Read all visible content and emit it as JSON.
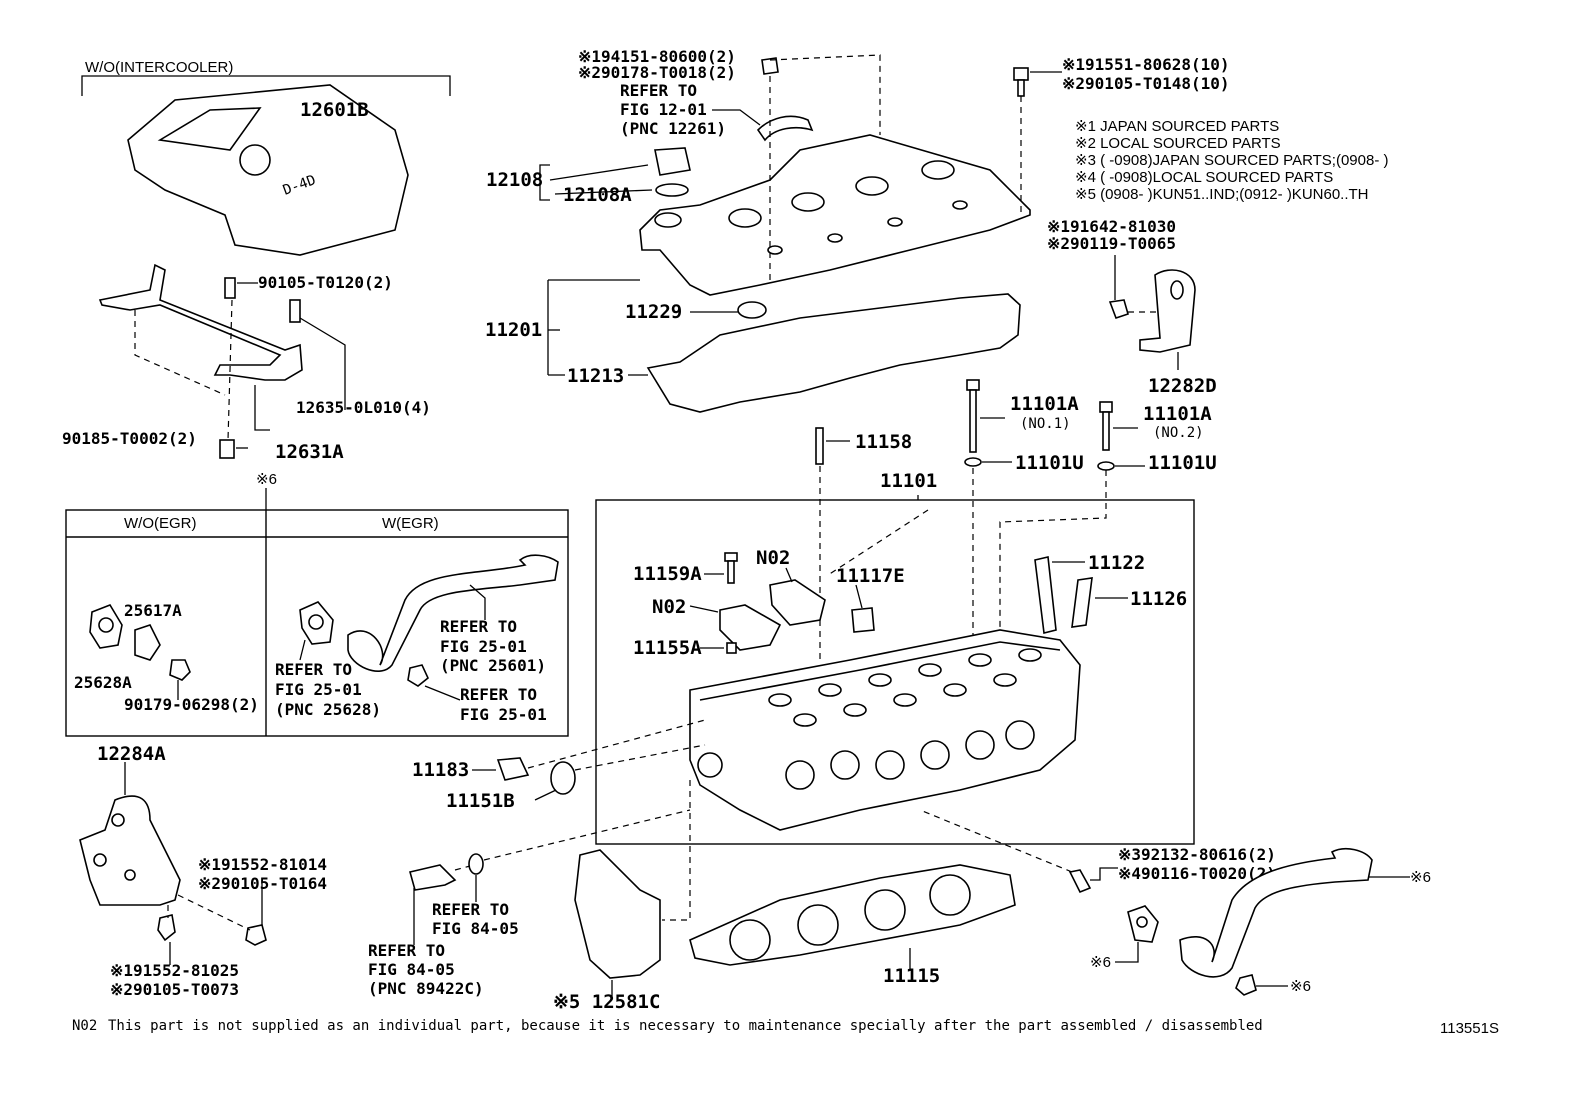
{
  "header": {
    "section_wo_intercooler": "W/O(INTERCOOLER)"
  },
  "notes": {
    "n1": "※1 JAPAN SOURCED PARTS",
    "n2": "※2 LOCAL SOURCED PARTS",
    "n3": "※3 (      -0908)JAPAN SOURCED PARTS;(0908-      )",
    "n4": "※4 (      -0908)LOCAL SOURCED PARTS",
    "n5": "※5 (0908-      )KUN51..IND;(0912-      )KUN60..TH"
  },
  "labels": {
    "p12601B": "12601B",
    "p12108": "12108",
    "p12108A": "12108A",
    "p11201": "11201",
    "p11229": "11229",
    "p11213": "11213",
    "p90105": "90105-T0120(2)",
    "p12635": "12635-0L010(4)",
    "p90185": "90185-T0002(2)",
    "p12631A": "12631A",
    "mark6a": "※6",
    "oil_cap_bolt_1": "※194151-80600(2)",
    "oil_cap_bolt_2": "※290178-T0018(2)",
    "refer_12_a": "REFER TO",
    "refer_12_b": "FIG 12-01",
    "refer_12_c": "(PNC 12261)",
    "cover_bolt_1": "※191551-80628(10)",
    "cover_bolt_2": "※290105-T0148(10)",
    "bracket_bolt_1": "※191642-81030",
    "bracket_bolt_2": "※290119-T0065",
    "p12282D": "12282D",
    "p11101A_1": "11101A",
    "p11101A_1_sub": "(NO.1)",
    "p11101A_2": "11101A",
    "p11101A_2_sub": "(NO.2)",
    "p11101U_1": "11101U",
    "p11101U_2": "11101U",
    "p11158": "11158",
    "p11101": "11101",
    "p11122": "11122",
    "p11126": "11126",
    "p11159A": "11159A",
    "n02_a": "N02",
    "n02_b": "N02",
    "p11117E": "11117E",
    "p11155A": "11155A",
    "p11183": "11183",
    "p11151B": "11151B",
    "egr_wo": "W/O(EGR)",
    "egr_w": "W(EGR)",
    "p25617A": "25617A",
    "p25628A": "25628A",
    "p90179": "90179-06298(2)",
    "refer_25601_a": "REFER TO",
    "refer_25601_b": "FIG 25-01",
    "refer_25601_c": "(PNC 25601)",
    "refer_25628_a": "REFER TO",
    "refer_25628_b": "FIG 25-01",
    "refer_25628_c": "(PNC 25628)",
    "refer_25_a": "REFER TO",
    "refer_25_b": "FIG 25-01",
    "p12284A": "12284A",
    "hanger_bolt_1": "※191552-81014",
    "hanger_bolt_2": "※290105-T0164",
    "hanger_bolt_3": "※191552-81025",
    "hanger_bolt_4": "※290105-T0073",
    "refer_84_a": "REFER TO",
    "refer_84_b": "FIG 84-05",
    "refer_84s_a": "REFER TO",
    "refer_84s_b": "FIG 84-05",
    "refer_84s_c": "(PNC 89422C)",
    "p12581C": "※5 12581C",
    "p11115": "11115",
    "stud_1": "※392132-80616(2)",
    "stud_2": "※490116-T0020(2)",
    "mark6b": "※6",
    "mark6c": "※6",
    "mark6d": "※6"
  },
  "footer": {
    "n02_key": "N02",
    "n02_text": "This part is not supplied as an individual part, because it is necessary to maintenance specially after the part assembled / disassembled",
    "figure_code": "113551S"
  }
}
